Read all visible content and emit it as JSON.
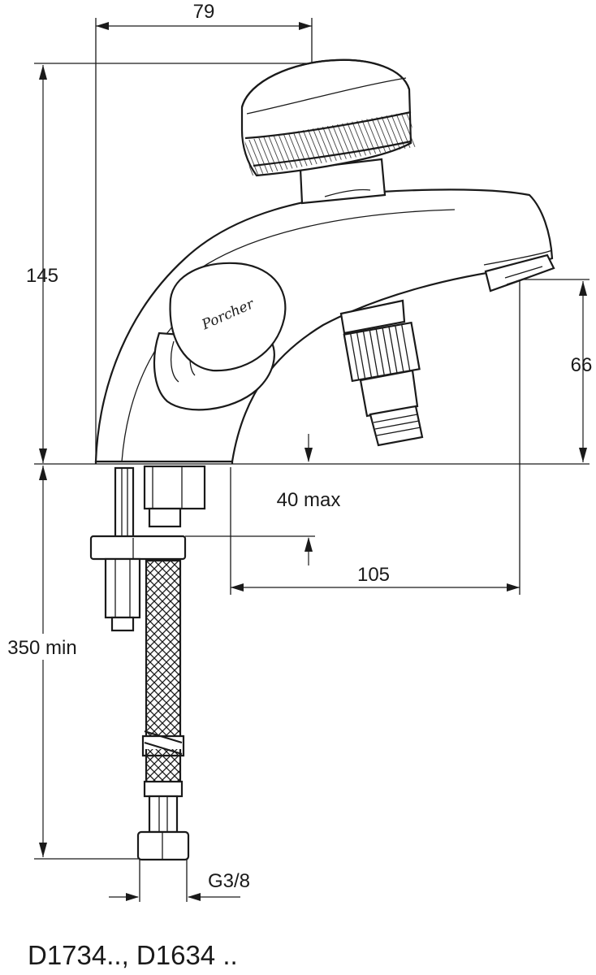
{
  "drawing": {
    "dimensions": {
      "width_top": "79",
      "height_total": "145",
      "spout_height": "66",
      "deck_thickness": "40 max",
      "spout_reach": "105",
      "hose_length": "350 min",
      "thread": "G3/8"
    },
    "brand_logo": "Porcher",
    "model_label": "D1734.., D1634 .."
  }
}
